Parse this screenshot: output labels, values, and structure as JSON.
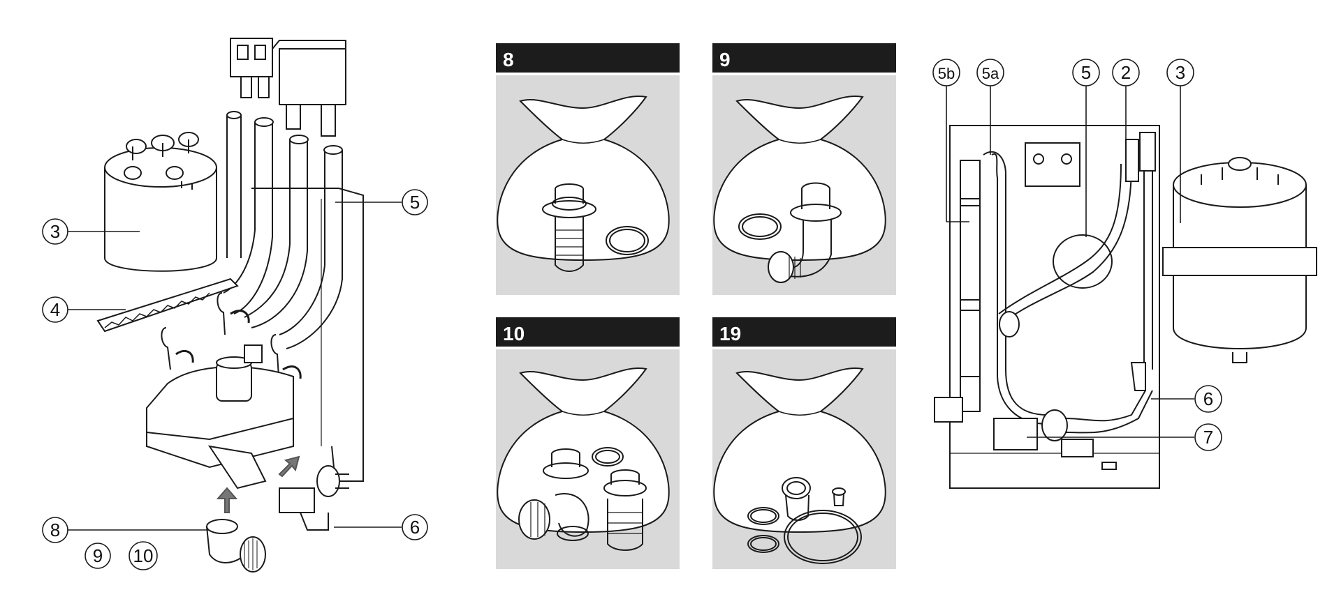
{
  "left_callouts": {
    "c3": "3",
    "c4": "4",
    "c5": "5",
    "c6": "6",
    "c8": "8",
    "c9": "9",
    "c10": "10"
  },
  "kits": [
    {
      "number": "8"
    },
    {
      "number": "9"
    },
    {
      "number": "10"
    },
    {
      "number": "19"
    }
  ],
  "right_callouts": {
    "c5b": "5b",
    "c5a": "5a",
    "c5": "5",
    "c2": "2",
    "c3": "3",
    "c6": "6",
    "c7": "7"
  },
  "colors": {
    "line": "#1a1a1a",
    "panel_header": "#1c1c1c",
    "panel_bg": "#d9d9d9",
    "bag": "#ffffff"
  }
}
